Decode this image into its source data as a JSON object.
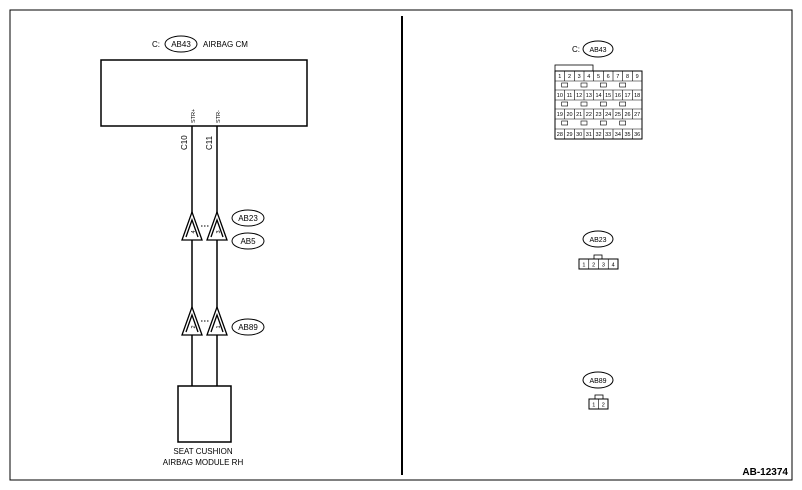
{
  "diagram_id": "AB-12374",
  "airbag_cm": {
    "connector_prefix": "C:",
    "connector": "AB43",
    "label": "AIRBAG CM",
    "terminals": [
      {
        "pin": "C10",
        "signal": "STR+"
      },
      {
        "pin": "C11",
        "signal": "STR-"
      }
    ]
  },
  "inline_connectors": [
    {
      "ids": [
        "AB23",
        "AB5"
      ],
      "pins": [
        "4",
        "3"
      ]
    },
    {
      "ids": [
        "AB89"
      ],
      "pins": [
        "2",
        "1"
      ]
    }
  ],
  "module": {
    "line1": "SEAT CUSHION",
    "line2": "AIRBAG MODULE RH"
  },
  "connector_views": [
    {
      "prefix": "C:",
      "id": "AB43",
      "rows": [
        [
          "1",
          "2",
          "3",
          "4",
          "5",
          "6",
          "7",
          "8",
          "9"
        ],
        [
          "10",
          "11",
          "12",
          "13",
          "14",
          "15",
          "16",
          "17",
          "18"
        ],
        [
          "19",
          "20",
          "21",
          "22",
          "23",
          "24",
          "25",
          "26",
          "27"
        ],
        [
          "28",
          "29",
          "30",
          "31",
          "32",
          "33",
          "34",
          "35",
          "36"
        ]
      ]
    },
    {
      "prefix": "",
      "id": "AB23",
      "rows": [
        [
          "1",
          "2",
          "3",
          "4"
        ]
      ]
    },
    {
      "prefix": "",
      "id": "AB89",
      "rows": [
        [
          "1",
          "2"
        ]
      ]
    }
  ]
}
